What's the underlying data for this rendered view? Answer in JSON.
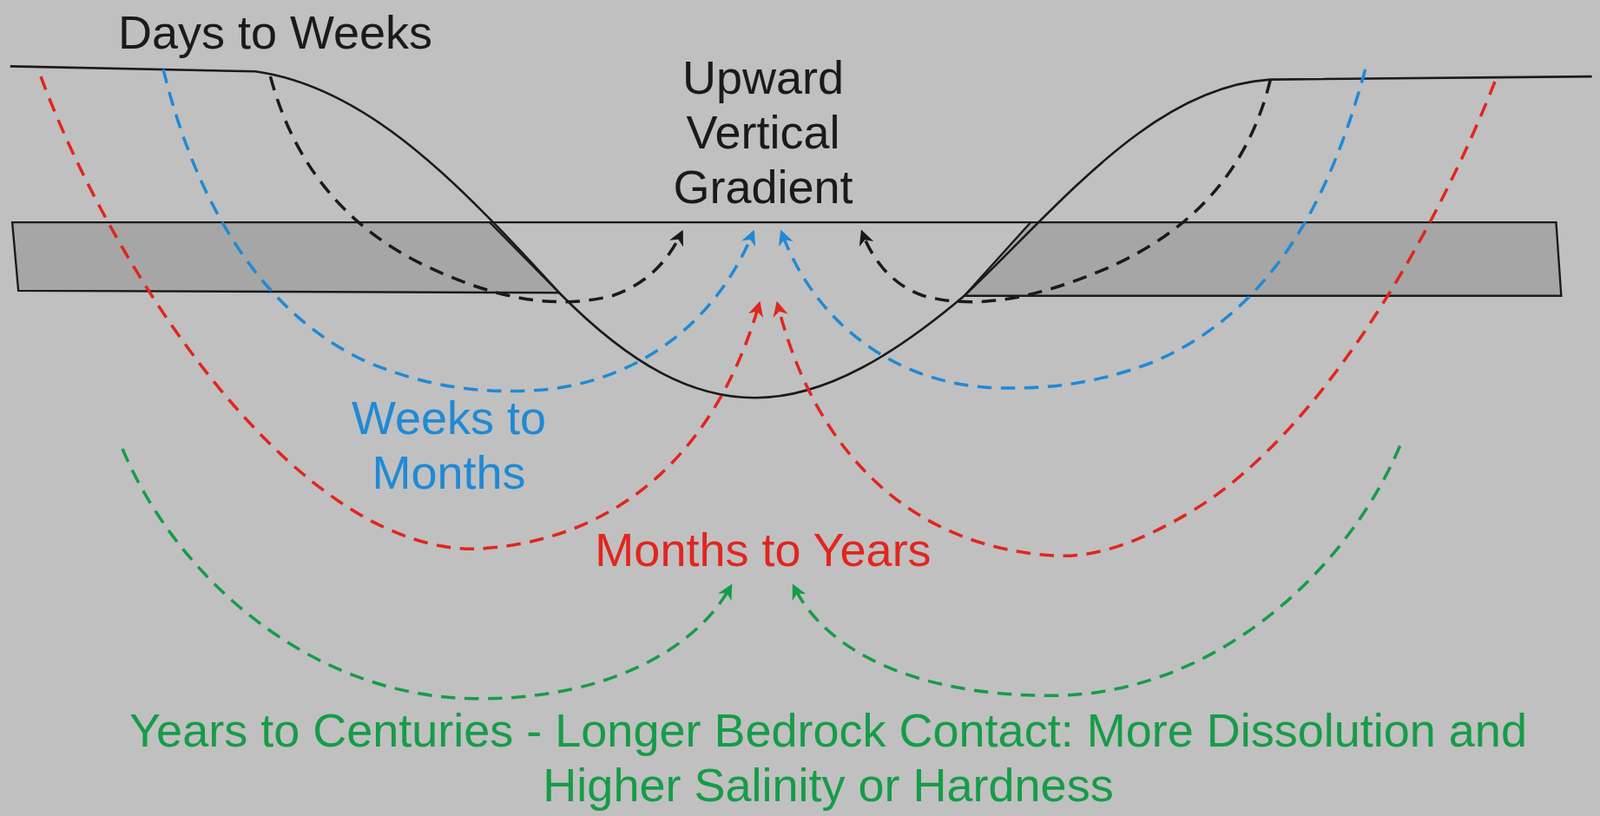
{
  "diagram": {
    "labels": [
      "Days to Weeks",
      "Upward Vertical Gradient",
      "Weeks to Months",
      "Months to Years",
      "Years to Centuries - Longer Bedrock Contact: More Dissolution and Higher Salinity or Hardness"
    ]
  }
}
